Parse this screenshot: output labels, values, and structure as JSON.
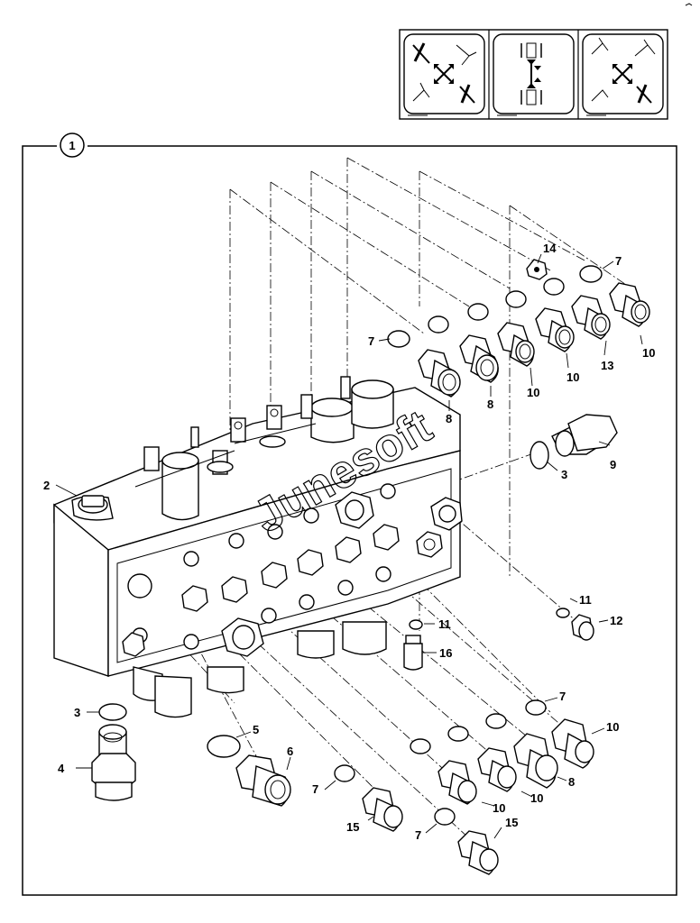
{
  "assembly": {
    "number": "1"
  },
  "watermark": {
    "text": "Junesoft"
  },
  "icon_panels": [
    {
      "name": "excavator-control-pattern-a",
      "icon": "joystick-excavator-icon"
    },
    {
      "name": "valve-direction-pattern",
      "icon": "valve-arrows-icon"
    },
    {
      "name": "excavator-control-pattern-b",
      "icon": "joystick-excavator-icon"
    }
  ],
  "callouts": [
    {
      "id": "c2",
      "label": "2"
    },
    {
      "id": "c3a",
      "label": "3"
    },
    {
      "id": "c3b",
      "label": "3"
    },
    {
      "id": "c4",
      "label": "4"
    },
    {
      "id": "c5",
      "label": "5"
    },
    {
      "id": "c6",
      "label": "6"
    },
    {
      "id": "c7a",
      "label": "7"
    },
    {
      "id": "c7b",
      "label": "7"
    },
    {
      "id": "c7c",
      "label": "7"
    },
    {
      "id": "c7d",
      "label": "7"
    },
    {
      "id": "c7e",
      "label": "7"
    },
    {
      "id": "c8a",
      "label": "8"
    },
    {
      "id": "c8b",
      "label": "8"
    },
    {
      "id": "c8c",
      "label": "8"
    },
    {
      "id": "c9",
      "label": "9"
    },
    {
      "id": "c10a",
      "label": "10"
    },
    {
      "id": "c10b",
      "label": "10"
    },
    {
      "id": "c10c",
      "label": "10"
    },
    {
      "id": "c10d",
      "label": "10"
    },
    {
      "id": "c10e",
      "label": "10"
    },
    {
      "id": "c10f",
      "label": "10"
    },
    {
      "id": "c11a",
      "label": "11"
    },
    {
      "id": "c11b",
      "label": "11"
    },
    {
      "id": "c12",
      "label": "12"
    },
    {
      "id": "c13",
      "label": "13"
    },
    {
      "id": "c14",
      "label": "14"
    },
    {
      "id": "c15a",
      "label": "15"
    },
    {
      "id": "c15b",
      "label": "15"
    },
    {
      "id": "c16",
      "label": "16"
    }
  ]
}
